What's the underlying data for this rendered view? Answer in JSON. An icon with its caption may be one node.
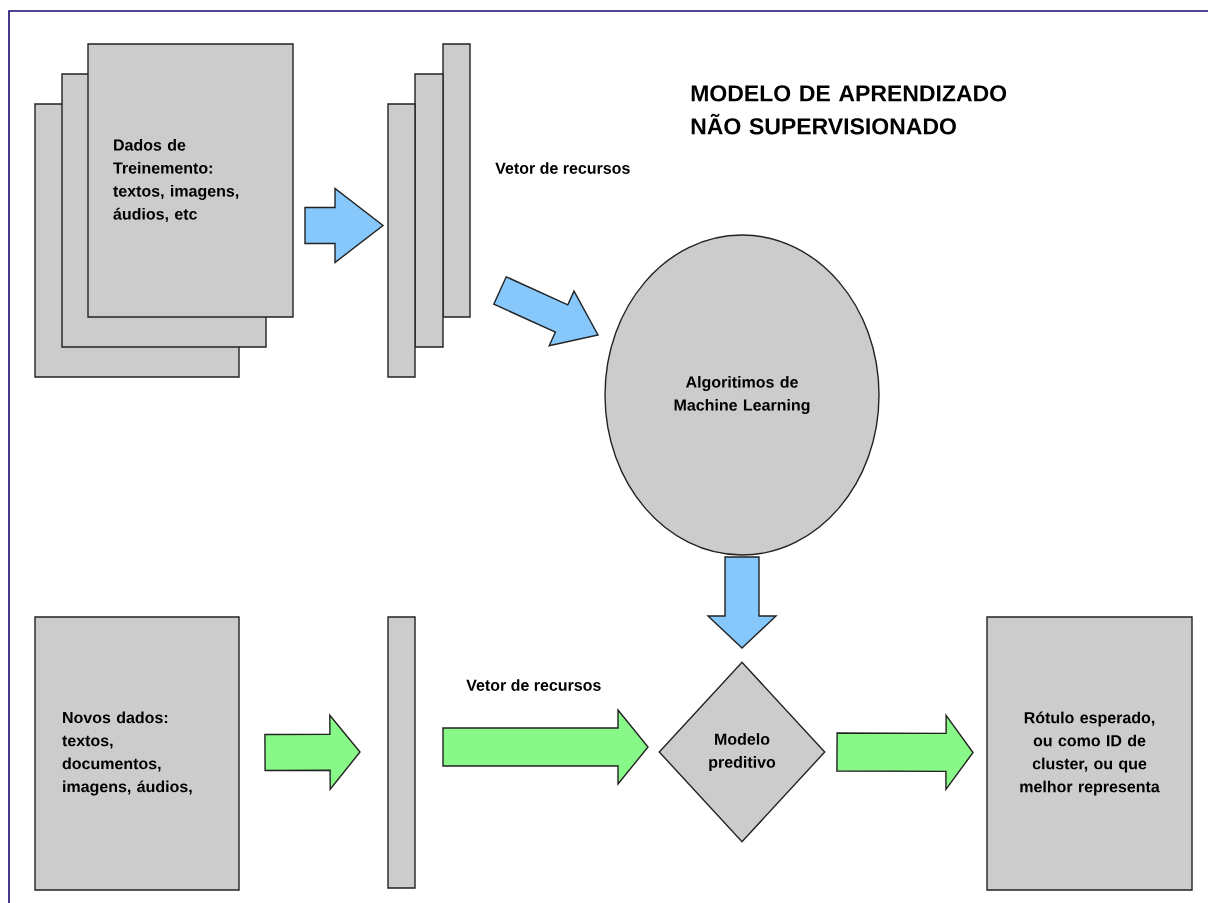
{
  "diagram": {
    "title": "MODELO DE APRENDIZADO NÃO SUPERVISIONADO",
    "nodes": [
      {
        "text": [
          "Dados de Treinemento: textos, imagens, áudios, etc"
        ]
      },
      {
        "text": [],
        "shape": "bar",
        "beside": [
          "Vetor de recursos"
        ]
      },
      {
        "text": [
          "Algoritimos de Machine Learning"
        ]
      },
      {
        "text": [
          "Novos dados: textos, documentos, imagens, áudios,"
        ]
      },
      {
        "text": [],
        "shape": "bar"
      },
      {
        "text": [
          "Modelo preditivo"
        ]
      },
      {
        "text": [
          "Rótulo esperado, ou como ID de cluster, ou que melhor representa"
        ]
      }
    ],
    "edges": [
      {
        "from": 0,
        "to": 1,
        "arrow": "to",
        "color": "#87c8fc"
      },
      {
        "from": 1,
        "to": 2,
        "arrow": "to",
        "color": "#87c8fc"
      },
      {
        "from": 2,
        "to": 5,
        "arrow": "to",
        "color": "#87c8fc"
      },
      {
        "from": 3,
        "to": 4,
        "arrow": "to",
        "color": "#88f888"
      },
      {
        "from": 4,
        "to": 5,
        "arrow": "to",
        "label": "Vetor de recursos",
        "color": "#88f888"
      },
      {
        "from": 5,
        "to": 6,
        "arrow": "to",
        "color": "#88f888"
      }
    ]
  }
}
